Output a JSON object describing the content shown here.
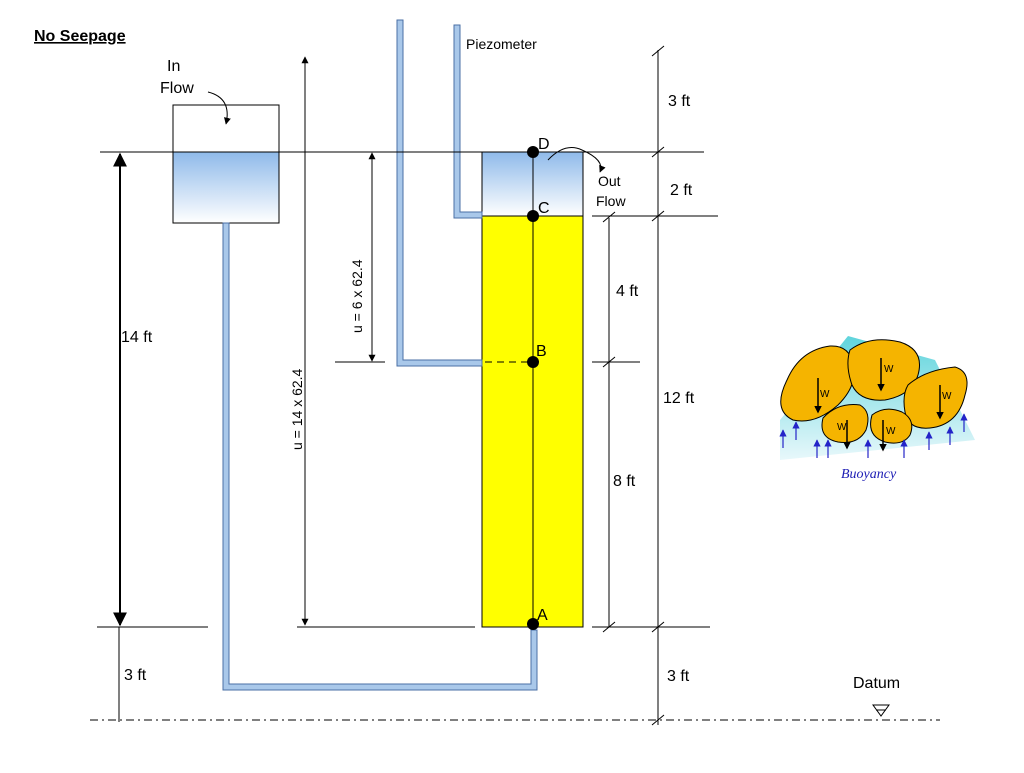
{
  "title": "No Seepage",
  "labels": {
    "in_flow_line1": "In",
    "in_flow_line2": "Flow",
    "out_flow_line1": "Out",
    "out_flow_line2": "Flow",
    "piezometer": "Piezometer",
    "datum": "Datum",
    "buoyancy": "Buoyancy",
    "u_total": "u = 14 x 62.4",
    "u_partial": "u = 6 x 62.4"
  },
  "points": {
    "A": "A",
    "B": "B",
    "C": "C",
    "D": "D"
  },
  "dimensions": {
    "left_head": "14 ft",
    "left_bottom": "3 ft",
    "right_top": "3 ft",
    "right_water": "2 ft",
    "right_soil": "12 ft",
    "right_bottom": "3 ft",
    "soil_upper": "4 ft",
    "soil_lower": "8 ft"
  },
  "grain_labels": [
    "W",
    "W",
    "W",
    "W",
    "W"
  ],
  "colors": {
    "water": "#9cc3ee",
    "soil": "#ffff00",
    "grain": "#f5b400",
    "pipe": "#a9c8ea",
    "arrow_buoyancy": "#2424c8"
  }
}
